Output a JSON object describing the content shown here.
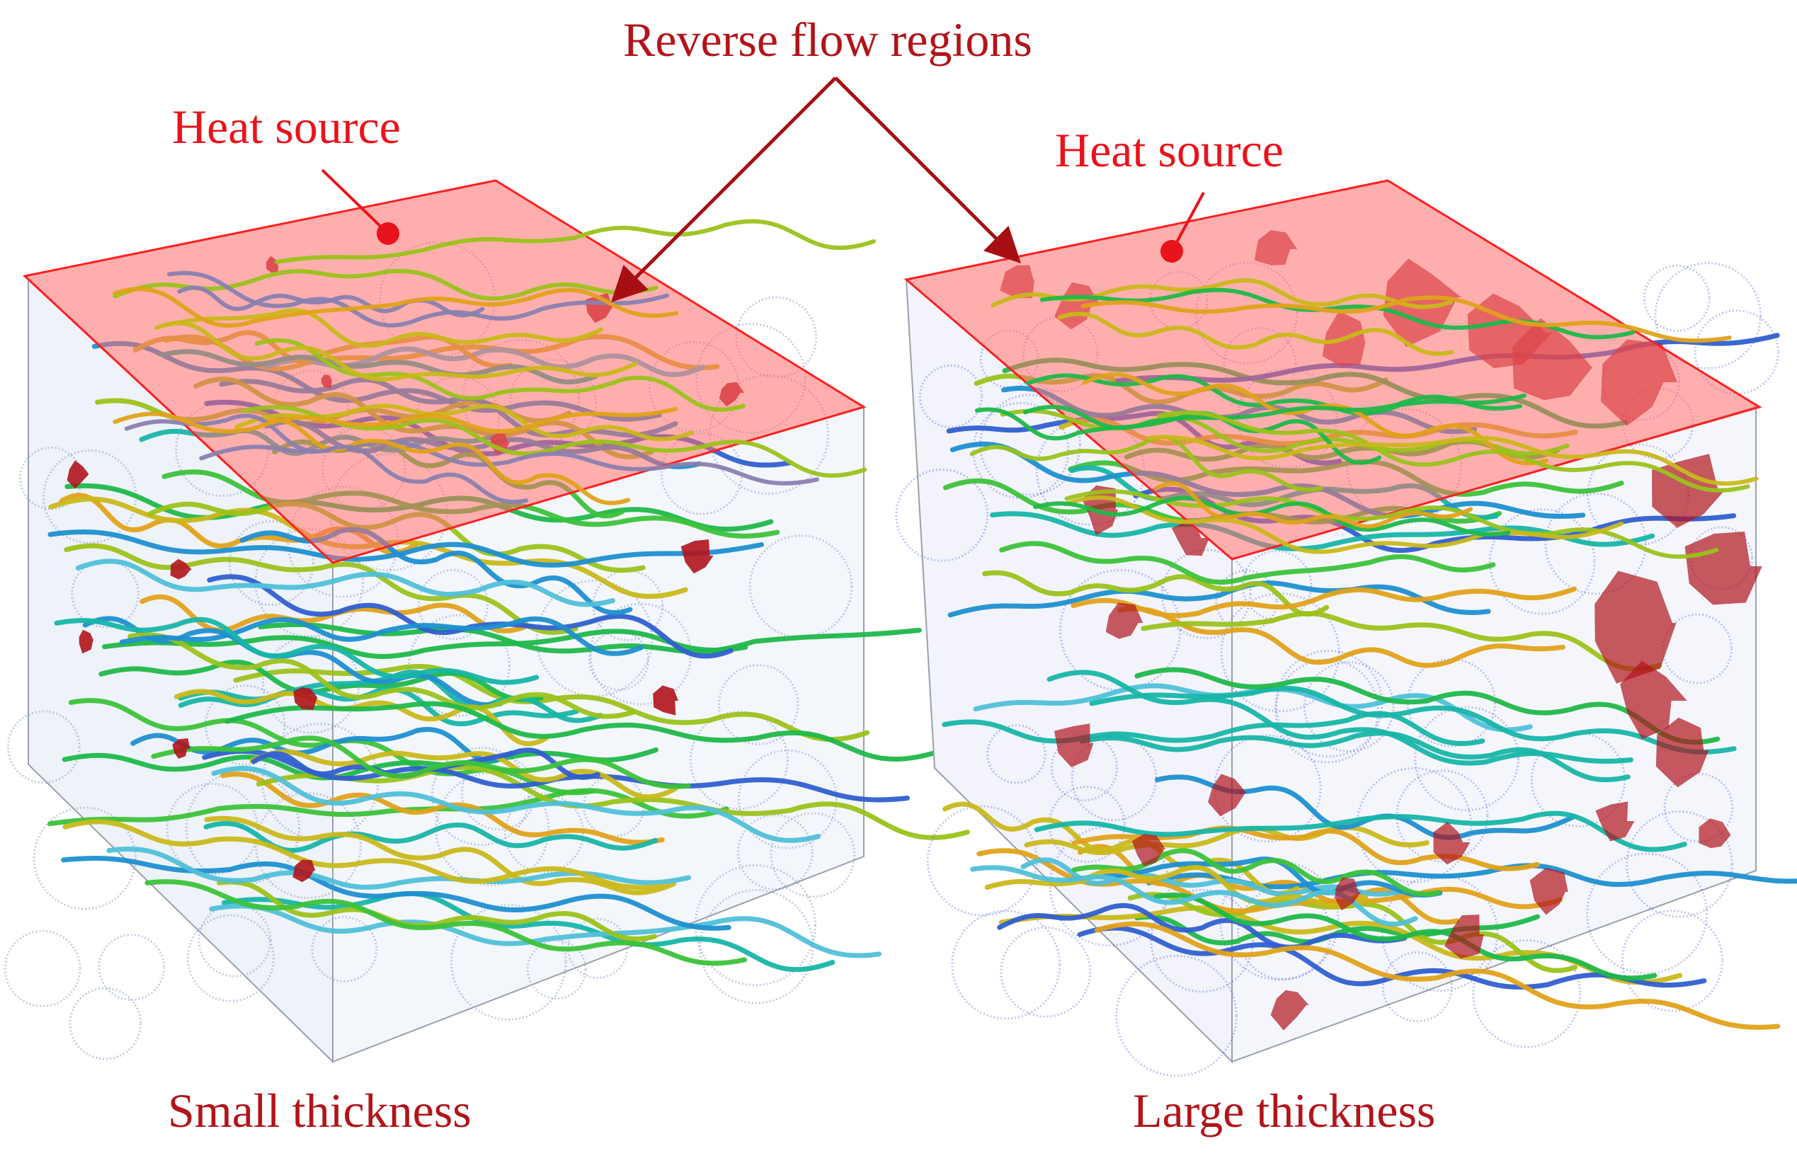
{
  "labels": {
    "reverse_flow": "Reverse flow regions",
    "heat_source_left": "Heat source",
    "heat_source_right": "Heat source",
    "small_thickness": "Small thickness",
    "large_thickness": "Large thickness"
  },
  "colors": {
    "label_red": "#e8131b",
    "label_dark_red": "#b2141a",
    "heat_plane_fill": "#ff6b6b",
    "heat_plane_edge": "#ff2020",
    "arrow": "#a80f14",
    "reverse_region": "#b0141c",
    "cube_edge": "#9aa0aa",
    "lattice_small": "#8fa3c8",
    "lattice_large": "#4a55d8"
  },
  "streamline_colors": [
    "#1fb84a",
    "#3cc23a",
    "#17b5a8",
    "#1e8fd0",
    "#2f5fd0",
    "#9ac21a",
    "#c9b81a",
    "#e0a21a",
    "#4fc0d8"
  ],
  "icons": {
    "arrow_left_heat": "arrow-icon",
    "arrow_right_heat": "arrow-icon",
    "reverse_flow_arrows": "double-arrow-icon"
  }
}
